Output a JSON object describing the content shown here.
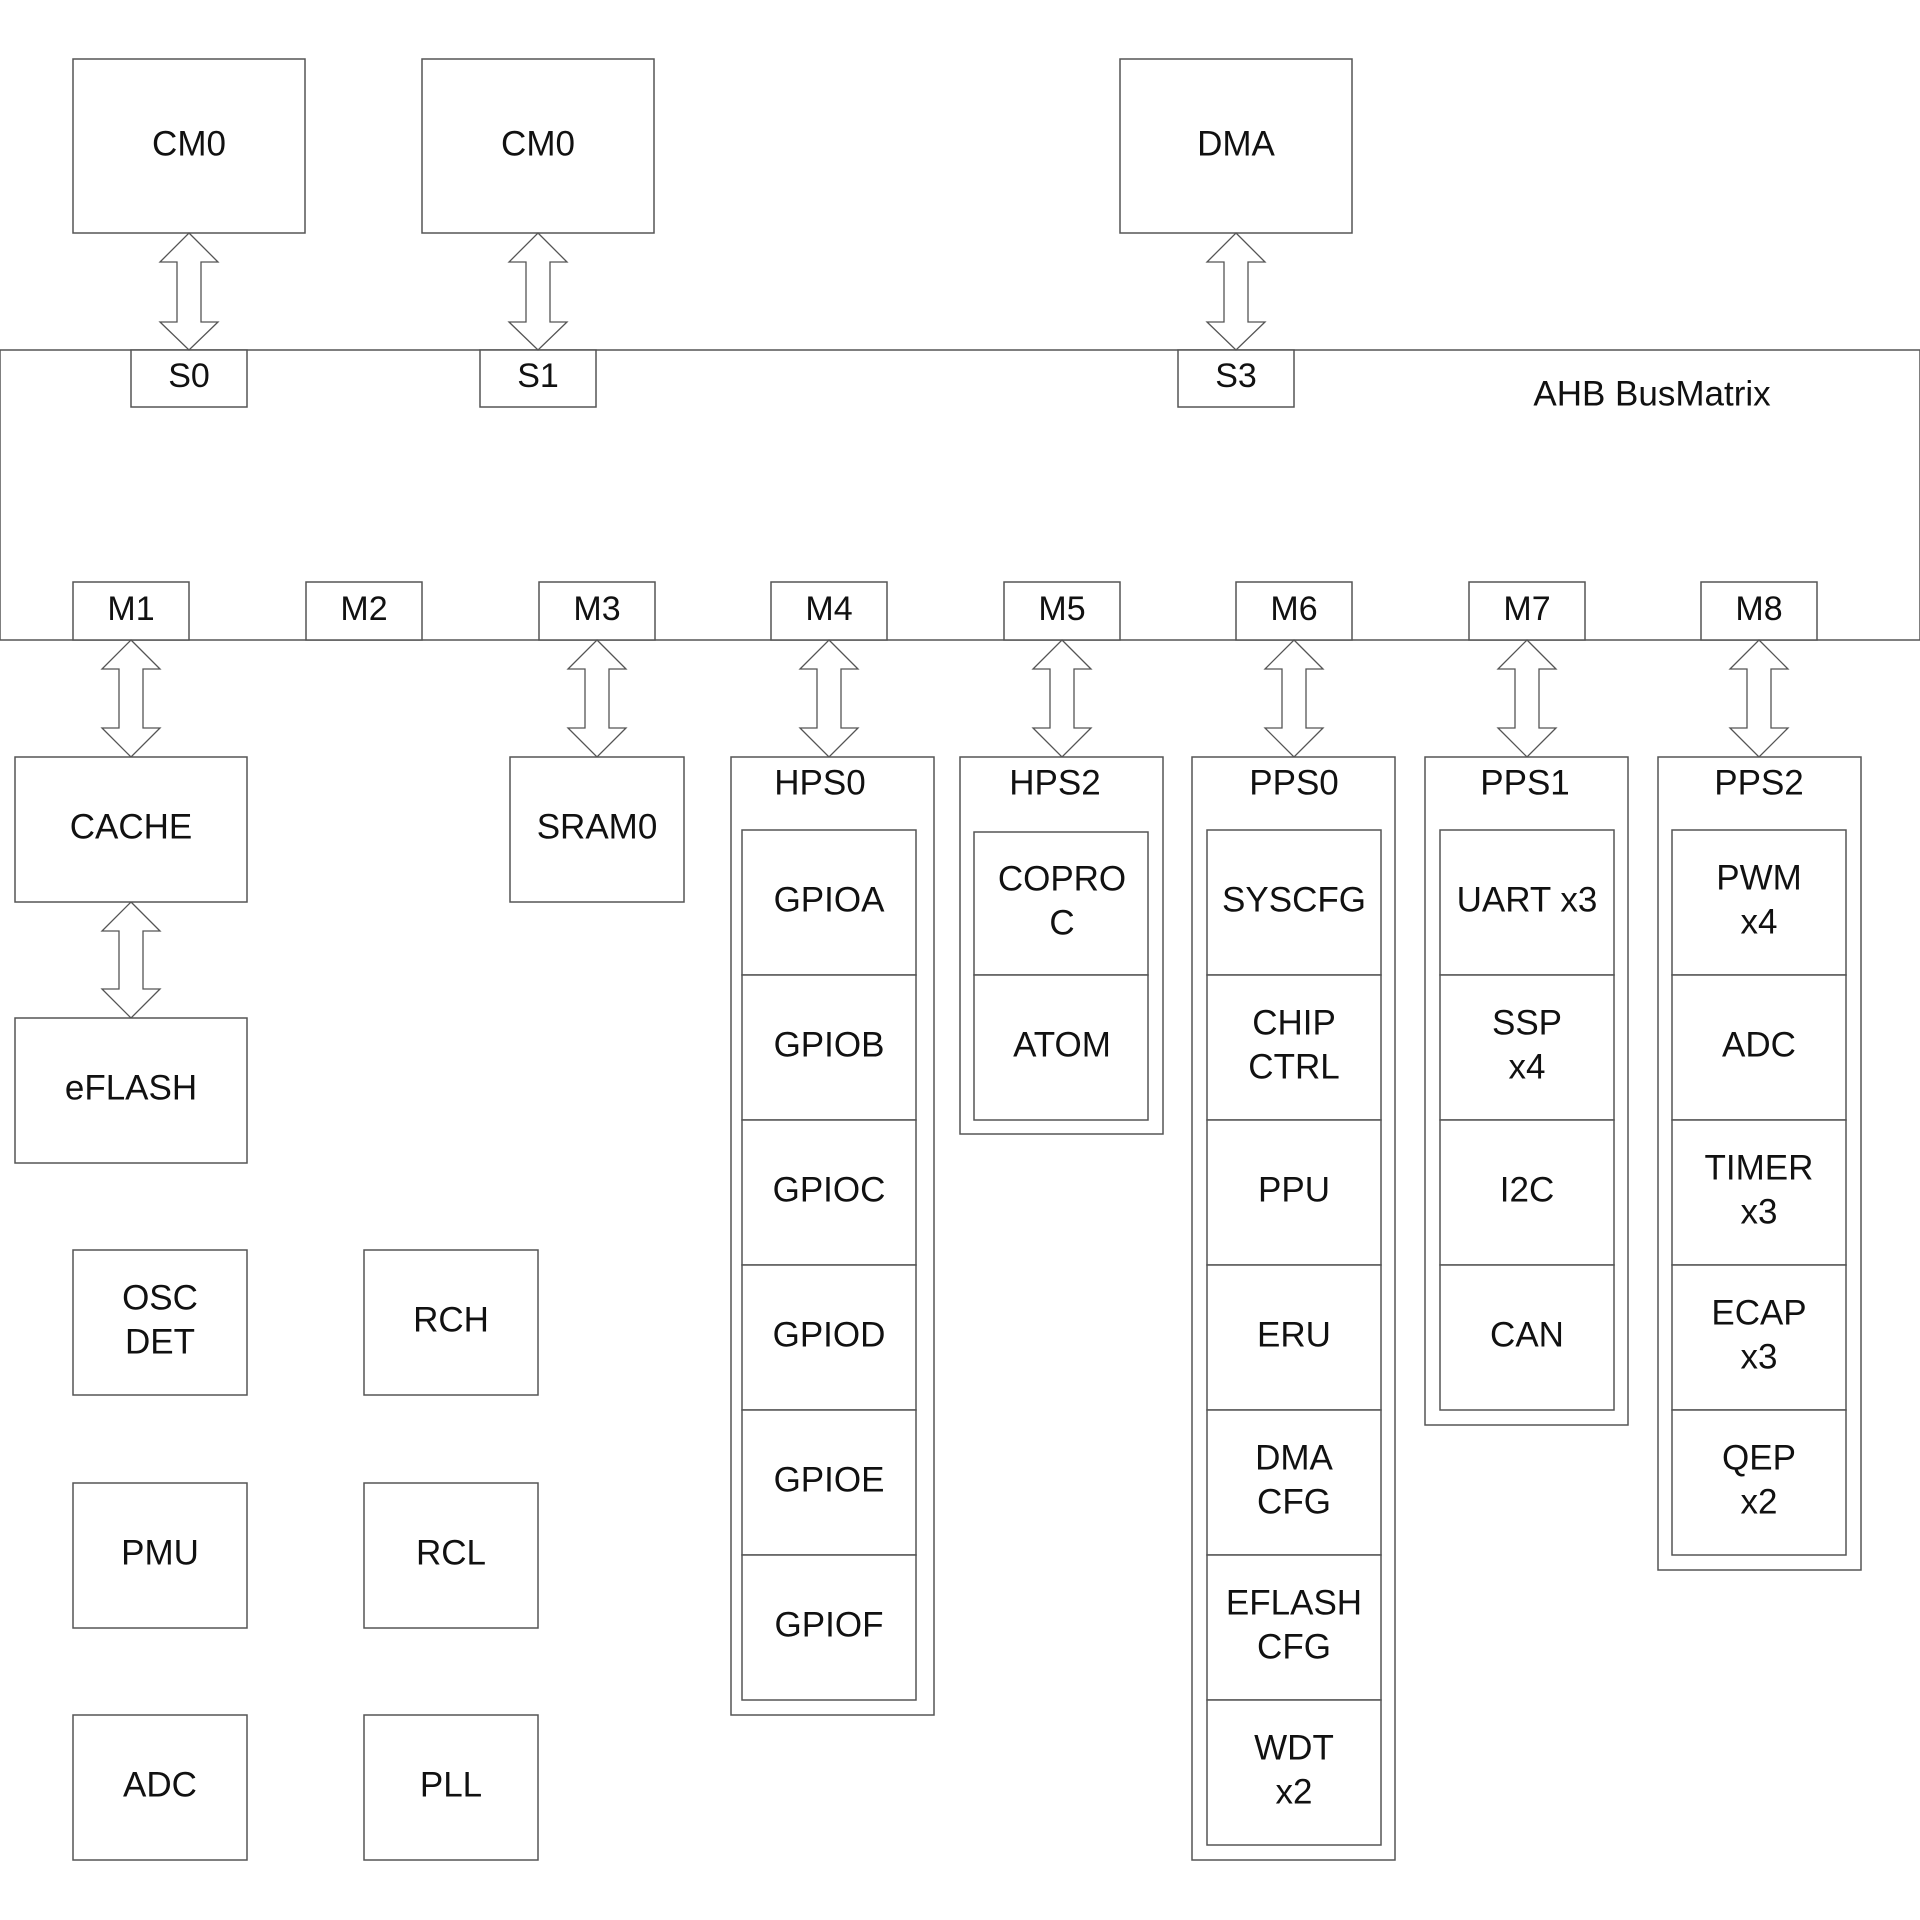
{
  "masters": [
    {
      "id": "cm0-a",
      "label": "CM0"
    },
    {
      "id": "cm0-b",
      "label": "CM0"
    },
    {
      "id": "dma",
      "label": "DMA"
    }
  ],
  "bus": {
    "title": "AHB BusMatrix",
    "slave_ports": [
      "S0",
      "S1",
      "S3"
    ],
    "master_ports": [
      "M1",
      "M2",
      "M3",
      "M4",
      "M5",
      "M6",
      "M7",
      "M8"
    ]
  },
  "memory": {
    "cache": "CACHE",
    "eflash": "eFLASH",
    "sram": "SRAM0"
  },
  "groups": [
    {
      "id": "hps0",
      "title": "HPS0",
      "items": [
        [
          "GPIOA"
        ],
        [
          "GPIOB"
        ],
        [
          "GPIOC"
        ],
        [
          "GPIOD"
        ],
        [
          "GPIOE"
        ],
        [
          "GPIOF"
        ]
      ]
    },
    {
      "id": "hps2",
      "title": "HPS2",
      "items": [
        [
          "COPRO",
          "C"
        ],
        [
          "ATOM"
        ]
      ]
    },
    {
      "id": "pps0",
      "title": "PPS0",
      "items": [
        [
          "SYSCFG"
        ],
        [
          "CHIP",
          "CTRL"
        ],
        [
          "PPU"
        ],
        [
          "ERU"
        ],
        [
          "DMA",
          "CFG"
        ],
        [
          "EFLASH",
          "CFG"
        ],
        [
          "WDT",
          "x2"
        ]
      ]
    },
    {
      "id": "pps1",
      "title": "PPS1",
      "items": [
        [
          "UART x3"
        ],
        [
          "SSP",
          "x4"
        ],
        [
          "I2C"
        ],
        [
          "CAN"
        ]
      ]
    },
    {
      "id": "pps2",
      "title": "PPS2",
      "items": [
        [
          "PWM",
          "x4"
        ],
        [
          "ADC"
        ],
        [
          "TIMER",
          "x3"
        ],
        [
          "ECAP",
          "x3"
        ],
        [
          "QEP",
          "x2"
        ]
      ]
    }
  ],
  "analog": [
    [
      "OSC",
      "DET"
    ],
    [
      "RCH"
    ],
    [
      "PMU"
    ],
    [
      "RCL"
    ],
    [
      "ADC"
    ],
    [
      "PLL"
    ]
  ]
}
